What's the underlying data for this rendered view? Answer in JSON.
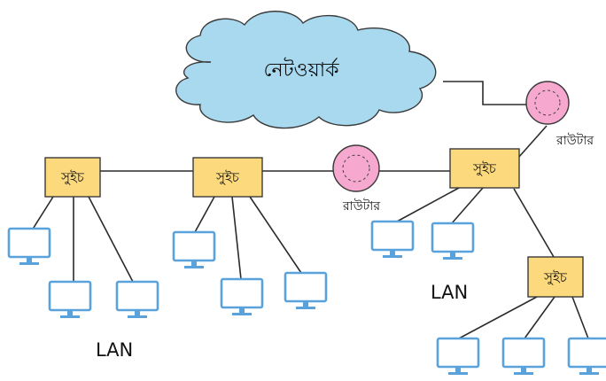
{
  "cloud": {
    "label": "নেটওয়ার্ক"
  },
  "switches": [
    {
      "id": "s1",
      "label": "সুইচ"
    },
    {
      "id": "s2",
      "label": "সুইচ"
    },
    {
      "id": "s3",
      "label": "সুইচ"
    },
    {
      "id": "s4",
      "label": "সুইচ"
    }
  ],
  "routers": [
    {
      "id": "r1",
      "label": "রাউটার"
    },
    {
      "id": "r2",
      "label": "রাউটার"
    }
  ],
  "lan_labels": [
    {
      "id": "lan1",
      "label": "LAN"
    },
    {
      "id": "lan2",
      "label": "LAN"
    }
  ],
  "colors": {
    "switch_fill": "#fbd97c",
    "router_fill": "#f6a8cf",
    "cloud_fill": "#a9d9ef",
    "monitor_stroke": "#5aa2dc"
  }
}
